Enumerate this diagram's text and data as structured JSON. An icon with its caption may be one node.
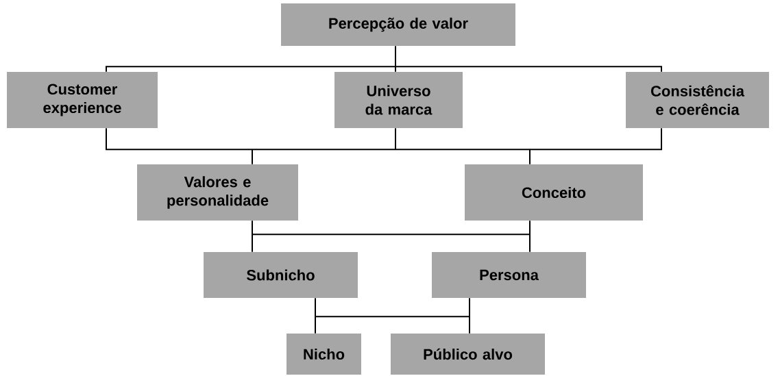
{
  "diagram": {
    "nodes": [
      {
        "text": [
          "Percepção de valor"
        ]
      },
      {
        "text": [
          "Customer experience"
        ]
      },
      {
        "text": [
          "Universo da marca"
        ]
      },
      {
        "text": [
          "Consistência e coerência"
        ]
      },
      {
        "text": [
          "Valores e personalidade"
        ]
      },
      {
        "text": [
          "Conceito"
        ]
      },
      {
        "text": [
          "Subnicho"
        ]
      },
      {
        "text": [
          "Persona"
        ]
      },
      {
        "text": [
          "Nicho"
        ]
      },
      {
        "text": [
          "Público alvo"
        ]
      }
    ],
    "edges": [
      {
        "from": 0,
        "to": 1,
        "arrow": "none"
      },
      {
        "from": 0,
        "to": 2,
        "arrow": "none"
      },
      {
        "from": 0,
        "to": 3,
        "arrow": "none"
      },
      {
        "from": 1,
        "to": 4,
        "arrow": "none"
      },
      {
        "from": 1,
        "to": 5,
        "arrow": "none"
      },
      {
        "from": 2,
        "to": 4,
        "arrow": "none"
      },
      {
        "from": 2,
        "to": 5,
        "arrow": "none"
      },
      {
        "from": 3,
        "to": 4,
        "arrow": "none"
      },
      {
        "from": 3,
        "to": 5,
        "arrow": "none"
      },
      {
        "from": 4,
        "to": 6,
        "arrow": "none"
      },
      {
        "from": 4,
        "to": 7,
        "arrow": "none"
      },
      {
        "from": 5,
        "to": 6,
        "arrow": "none"
      },
      {
        "from": 5,
        "to": 7,
        "arrow": "none"
      },
      {
        "from": 6,
        "to": 8,
        "arrow": "none"
      },
      {
        "from": 6,
        "to": 9,
        "arrow": "none"
      },
      {
        "from": 7,
        "to": 8,
        "arrow": "none"
      },
      {
        "from": 7,
        "to": 9,
        "arrow": "none"
      }
    ]
  }
}
